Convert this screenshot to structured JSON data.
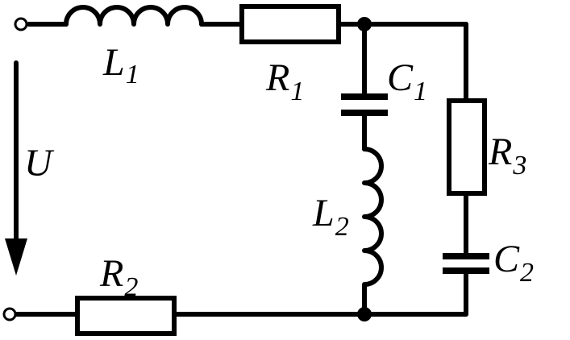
{
  "components": {
    "L1": {
      "letter": "L",
      "sub": "1"
    },
    "R1": {
      "letter": "R",
      "sub": "1"
    },
    "C1": {
      "letter": "C",
      "sub": "1"
    },
    "L2": {
      "letter": "L",
      "sub": "2"
    },
    "R3": {
      "letter": "R",
      "sub": "3"
    },
    "C2": {
      "letter": "C",
      "sub": "2"
    },
    "R2": {
      "letter": "R",
      "sub": "2"
    }
  },
  "voltage": {
    "label": "U"
  }
}
